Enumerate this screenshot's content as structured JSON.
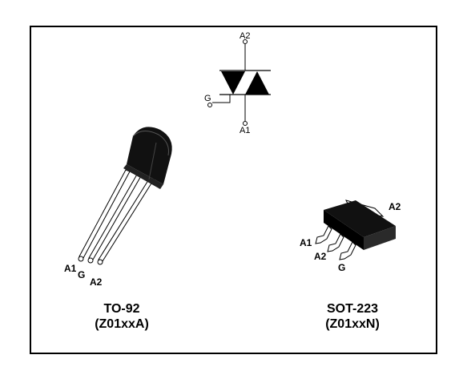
{
  "symbol": {
    "pin_top": "A2",
    "pin_gate": "G",
    "pin_bottom": "A1"
  },
  "to92": {
    "pins": {
      "a1": "A1",
      "g": "G",
      "a2": "A2"
    },
    "name": "TO-92",
    "part": "(Z01xxA)"
  },
  "sot223": {
    "pins": {
      "tab": "A2",
      "a1": "A1",
      "a2": "A2",
      "g": "G"
    },
    "name": "SOT-223",
    "part": "(Z01xxN)"
  },
  "colors": {
    "ink": "#000000",
    "body": "#1a1a1a",
    "lead": "#ffffff"
  }
}
